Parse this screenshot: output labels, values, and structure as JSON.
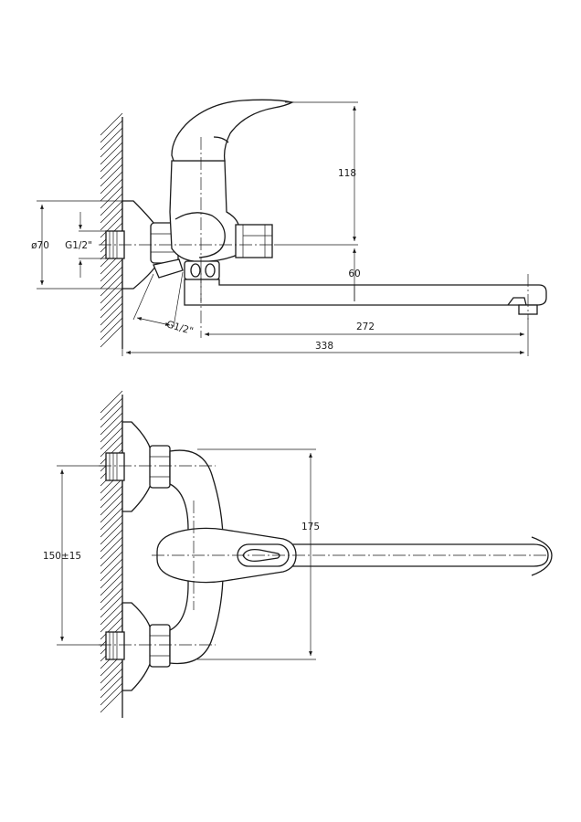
{
  "side_view": {
    "dims": {
      "height_118": "118",
      "diameter": "ø70",
      "thread_inlet": "G1/2\"",
      "thread_angled": "G1/2\"",
      "spout_60": "60",
      "reach_272": "272",
      "total_338": "338"
    }
  },
  "top_view": {
    "dims": {
      "spacing": "150±15",
      "depth_175": "175"
    }
  }
}
